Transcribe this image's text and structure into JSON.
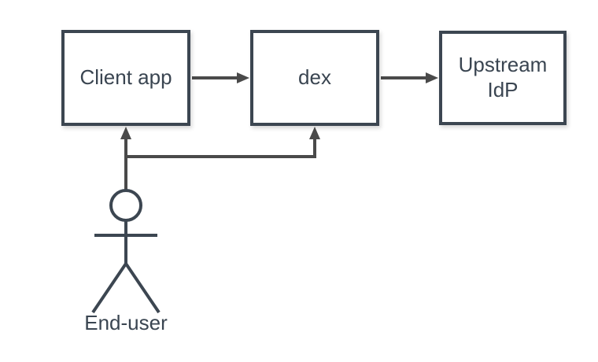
{
  "diagram": {
    "nodes": [
      {
        "id": "client-app",
        "label": "Client app"
      },
      {
        "id": "dex",
        "label": "dex"
      },
      {
        "id": "upstream-idp",
        "label": "Upstream IdP"
      }
    ],
    "actor": {
      "id": "end-user",
      "label": "End-user"
    },
    "edges": [
      {
        "from": "client-app",
        "to": "dex"
      },
      {
        "from": "dex",
        "to": "upstream-idp"
      },
      {
        "from": "end-user",
        "to": "client-app"
      },
      {
        "from": "end-user",
        "to": "dex"
      }
    ],
    "colors": {
      "node_border": "#3C4651",
      "node_fill": "#FFFFFF",
      "edge": "#4A4A4A",
      "text": "#3A4551",
      "background": "#FFFFFF"
    }
  }
}
